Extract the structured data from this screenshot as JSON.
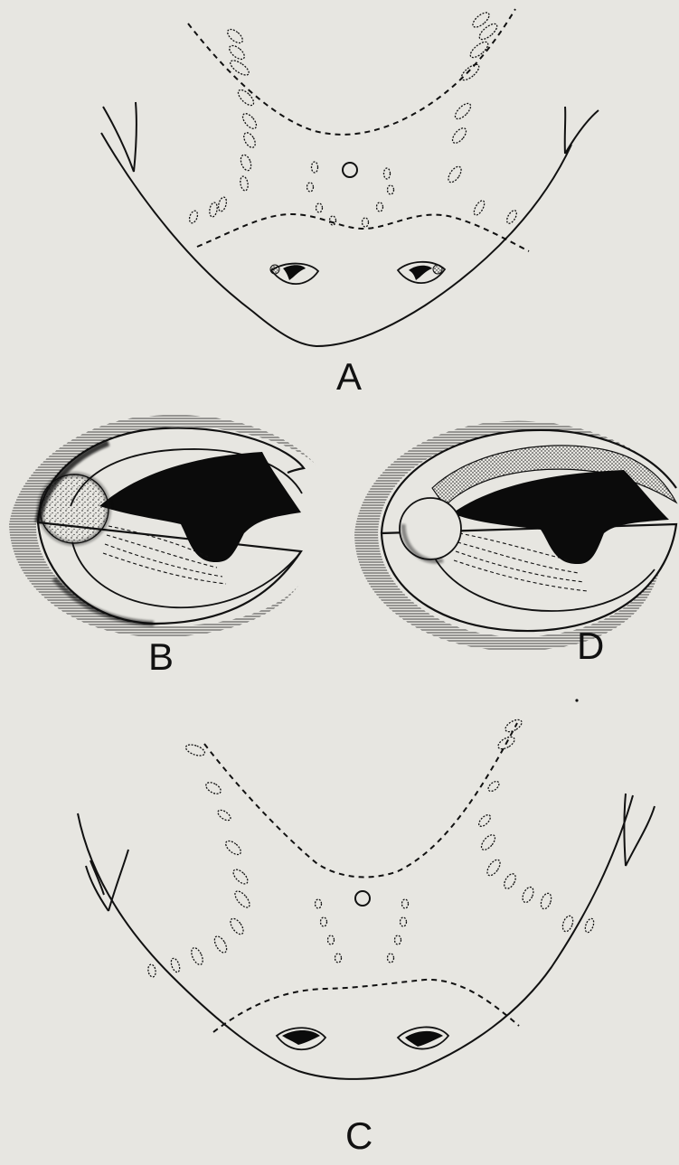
{
  "figure": {
    "panels": [
      {
        "id": "A",
        "label": "A"
      },
      {
        "id": "B",
        "label": "B"
      },
      {
        "id": "D",
        "label": "D"
      },
      {
        "id": "C",
        "label": "C"
      }
    ],
    "colors": {
      "background": "#e7e6e1",
      "ink": "#111111",
      "iris": "#0b0b0b"
    }
  }
}
